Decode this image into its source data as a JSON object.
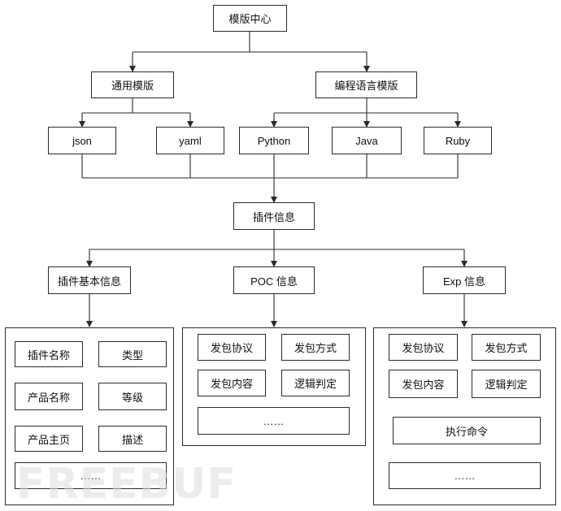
{
  "root": {
    "label": "模版中心"
  },
  "level1": [
    {
      "label": "通用模版"
    },
    {
      "label": "编程语言模版"
    }
  ],
  "formats": [
    {
      "label": "json"
    },
    {
      "label": "yaml"
    },
    {
      "label": "Python"
    },
    {
      "label": "Java"
    },
    {
      "label": "Ruby"
    }
  ],
  "plugin": {
    "label": "插件信息"
  },
  "sections": [
    {
      "label": "插件基本信息"
    },
    {
      "label": "POC 信息"
    },
    {
      "label": "Exp 信息"
    }
  ],
  "basic_fields": [
    "插件名称",
    "类型",
    "产品名称",
    "等级",
    "产品主页",
    "描述",
    "……"
  ],
  "poc_fields": [
    "发包协议",
    "发包方式",
    "发包内容",
    "逻辑判定",
    "……"
  ],
  "exp_fields": [
    "发包协议",
    "发包方式",
    "发包内容",
    "逻辑判定",
    "执行命令",
    "……"
  ],
  "watermark": "FREEBUF"
}
